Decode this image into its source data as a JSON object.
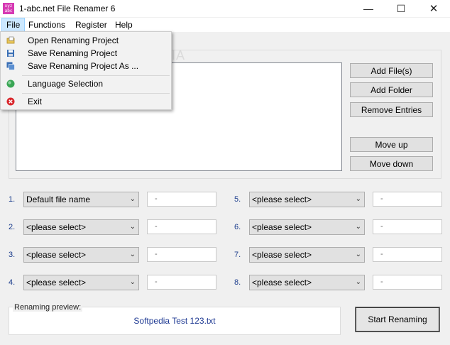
{
  "window": {
    "title": "1-abc.net File Renamer 6",
    "icon_text": "xyz abc"
  },
  "menubar": {
    "items": [
      "File",
      "Functions",
      "Register",
      "Help"
    ]
  },
  "file_menu": {
    "items": [
      {
        "label": "Open Renaming Project",
        "icon": "open-project-icon"
      },
      {
        "label": "Save Renaming Project",
        "icon": "save-icon"
      },
      {
        "label": "Save Renaming Project As ...",
        "icon": "save-as-icon"
      },
      {
        "label": "Language Selection",
        "icon": "globe-icon"
      },
      {
        "label": "Exit",
        "icon": "exit-icon"
      }
    ]
  },
  "buttons": {
    "add_files": "Add File(s)",
    "add_folder": "Add Folder",
    "remove_entries": "Remove Entries",
    "move_up": "Move up",
    "move_down": "Move down",
    "start_renaming": "Start Renaming"
  },
  "rules": [
    {
      "num": "1.",
      "select": "Default file name",
      "sep": "-"
    },
    {
      "num": "2.",
      "select": "<please select>",
      "sep": "-"
    },
    {
      "num": "3.",
      "select": "<please select>",
      "sep": "-"
    },
    {
      "num": "4.",
      "select": "<please select>",
      "sep": "-"
    },
    {
      "num": "5.",
      "select": "<please select>",
      "sep": "-"
    },
    {
      "num": "6.",
      "select": "<please select>",
      "sep": "-"
    },
    {
      "num": "7.",
      "select": "<please select>",
      "sep": "-"
    },
    {
      "num": "8.",
      "select": "<please select>",
      "sep": "-"
    }
  ],
  "preview": {
    "label": "Renaming preview:",
    "text": "Softpedia Test 123.txt"
  },
  "watermark": "SOFTPEDIA",
  "colors": {
    "accent": "#d63ab3",
    "preview_text": "#1f3a93",
    "menu_active": "#cce8ff"
  }
}
